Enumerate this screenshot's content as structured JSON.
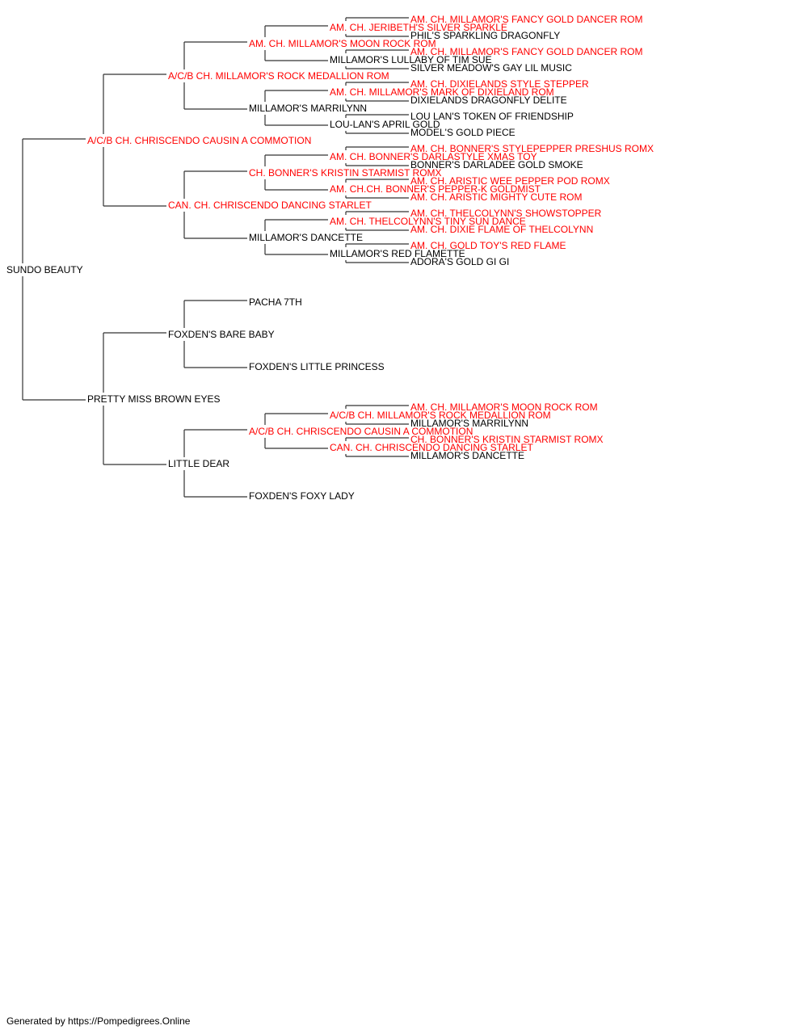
{
  "colors": {
    "champion": "#ff0000",
    "normal": "#000000",
    "line": "#333333"
  },
  "footer": "Generated by https://Pompedigrees.Online",
  "pedigree": {
    "name": "SUNDO BEAUTY",
    "champion": false,
    "sire": {
      "name": "A/C/B CH. CHRISCENDO CAUSIN A COMMOTION",
      "champion": true,
      "sire": {
        "name": "A/C/B CH. MILLAMOR'S ROCK MEDALLION ROM",
        "champion": true,
        "sire": {
          "name": "AM. CH. MILLAMOR'S MOON ROCK ROM",
          "champion": true,
          "sire": {
            "name": "AM. CH. JERIBETH'S SILVER SPARKLE",
            "champion": true,
            "sire": {
              "name": "AM. CH. MILLAMOR'S FANCY GOLD DANCER ROM",
              "champion": true
            },
            "dam": {
              "name": "PHIL'S SPARKLING DRAGONFLY",
              "champion": false
            }
          },
          "dam": {
            "name": "MILLAMOR'S LULLABY OF TIM SUE",
            "champion": false,
            "sire": {
              "name": "AM. CH. MILLAMOR'S FANCY GOLD DANCER ROM",
              "champion": true
            },
            "dam": {
              "name": "SILVER MEADOW'S GAY LIL MUSIC",
              "champion": false
            }
          }
        },
        "dam": {
          "name": "MILLAMOR'S MARRILYNN",
          "champion": false,
          "sire": {
            "name": "AM. CH. MILLAMOR'S MARK OF DIXIELAND ROM",
            "champion": true,
            "sire": {
              "name": "AM. CH. DIXIELANDS STYLE STEPPER",
              "champion": true
            },
            "dam": {
              "name": "DIXIELANDS DRAGONFLY DELITE",
              "champion": false
            }
          },
          "dam": {
            "name": "LOU-LAN'S APRIL GOLD",
            "champion": false,
            "sire": {
              "name": "LOU LAN'S TOKEN OF FRIENDSHIP",
              "champion": false
            },
            "dam": {
              "name": "MODEL'S GOLD PIECE",
              "champion": false
            }
          }
        }
      },
      "dam": {
        "name": "CAN. CH. CHRISCENDO DANCING STARLET",
        "champion": true,
        "sire": {
          "name": "CH. BONNER'S KRISTIN STARMIST ROMX",
          "champion": true,
          "sire": {
            "name": "AM. CH. BONNER'S DARLASTYLE XMAS TOY",
            "champion": true,
            "sire": {
              "name": "AM. CH. BONNER'S STYLEPEPPER PRESHUS ROMX",
              "champion": true
            },
            "dam": {
              "name": "BONNER'S DARLADEE GOLD SMOKE",
              "champion": false
            }
          },
          "dam": {
            "name": "AM. CH.CH. BONNER'S PEPPER-K GOLDMIST",
            "champion": true,
            "sire": {
              "name": "AM. CH. ARISTIC WEE PEPPER POD ROMX",
              "champion": true
            },
            "dam": {
              "name": "AM. CH. ARISTIC MIGHTY CUTE ROM",
              "champion": true
            }
          }
        },
        "dam": {
          "name": "MILLAMOR'S DANCETTE",
          "champion": false,
          "sire": {
            "name": "AM. CH. THELCOLYNN'S TINY SUN DANCE",
            "champion": true,
            "sire": {
              "name": "AM. CH. THELCOLYNN'S SHOWSTOPPER",
              "champion": true
            },
            "dam": {
              "name": "AM. CH. DIXIE FLAME OF THELCOLYNN",
              "champion": true
            }
          },
          "dam": {
            "name": "MILLAMOR'S RED FLAMETTE",
            "champion": false,
            "sire": {
              "name": "AM. CH. GOLD TOY'S RED FLAME",
              "champion": true
            },
            "dam": {
              "name": "ADORA'S GOLD GI GI",
              "champion": false
            }
          }
        }
      }
    },
    "dam": {
      "name": "PRETTY MISS BROWN EYES",
      "champion": false,
      "sire": {
        "name": "FOXDEN'S BARE BABY",
        "champion": false,
        "sire": {
          "name": "PACHA 7TH",
          "champion": false
        },
        "dam": {
          "name": "FOXDEN'S LITTLE PRINCESS",
          "champion": false
        }
      },
      "dam": {
        "name": "LITTLE DEAR",
        "champion": false,
        "sire": {
          "name": "A/C/B CH. CHRISCENDO CAUSIN A COMMOTION",
          "champion": true,
          "sire": {
            "name": "A/C/B CH. MILLAMOR'S ROCK MEDALLION ROM",
            "champion": true,
            "sire": {
              "name": "AM. CH. MILLAMOR'S MOON ROCK ROM",
              "champion": true
            },
            "dam": {
              "name": "MILLAMOR'S MARRILYNN",
              "champion": false
            }
          },
          "dam": {
            "name": "CAN. CH. CHRISCENDO DANCING STARLET",
            "champion": true,
            "sire": {
              "name": "CH. BONNER'S KRISTIN STARMIST ROMX",
              "champion": true
            },
            "dam": {
              "name": "MILLAMOR'S DANCETTE",
              "champion": false
            }
          }
        },
        "dam": {
          "name": "FOXDEN'S FOXY LADY",
          "champion": false
        }
      }
    }
  }
}
